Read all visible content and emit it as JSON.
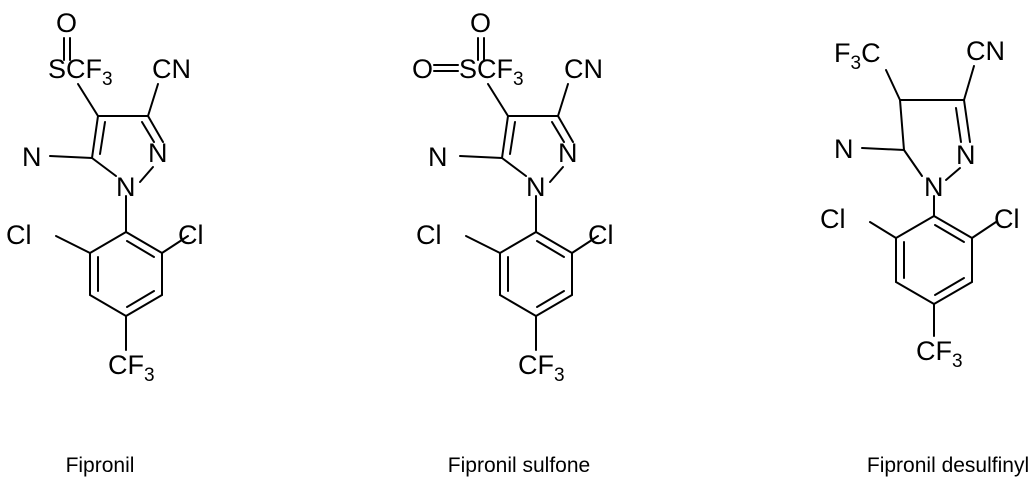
{
  "molecules": [
    {
      "name": "Fipronil",
      "atoms": {
        "o_top": "O",
        "s_group": "SCF",
        "s_sub": "3",
        "cn_label": "CN",
        "n_amine": "N",
        "n_ring_right": "N",
        "n_ring_bottom": "N",
        "cl_left": "Cl",
        "cl_right": "Cl",
        "cf3_main": "CF",
        "cf3_sub": "3"
      }
    },
    {
      "name": "Fipronil sulfone",
      "atoms": {
        "o_top": "O",
        "o_left": "O",
        "s_group": "SCF",
        "s_sub": "3",
        "cn_label": "CN",
        "n_amine": "N",
        "n_ring_right": "N",
        "n_ring_bottom": "N",
        "cl_left": "Cl",
        "cl_right": "Cl",
        "cf3_main": "CF",
        "cf3_sub": "3"
      }
    },
    {
      "name": "Fipronil desulfinyl",
      "atoms": {
        "f3c_main": "F",
        "f3c_sub": "3",
        "f3c_tail": "C",
        "cn_label": "CN",
        "n_amine": "N",
        "n_ring_right": "N",
        "n_ring_bottom": "N",
        "cl_left": "Cl",
        "cl_right": "Cl",
        "cf3_main": "CF",
        "cf3_sub": "3"
      }
    }
  ]
}
